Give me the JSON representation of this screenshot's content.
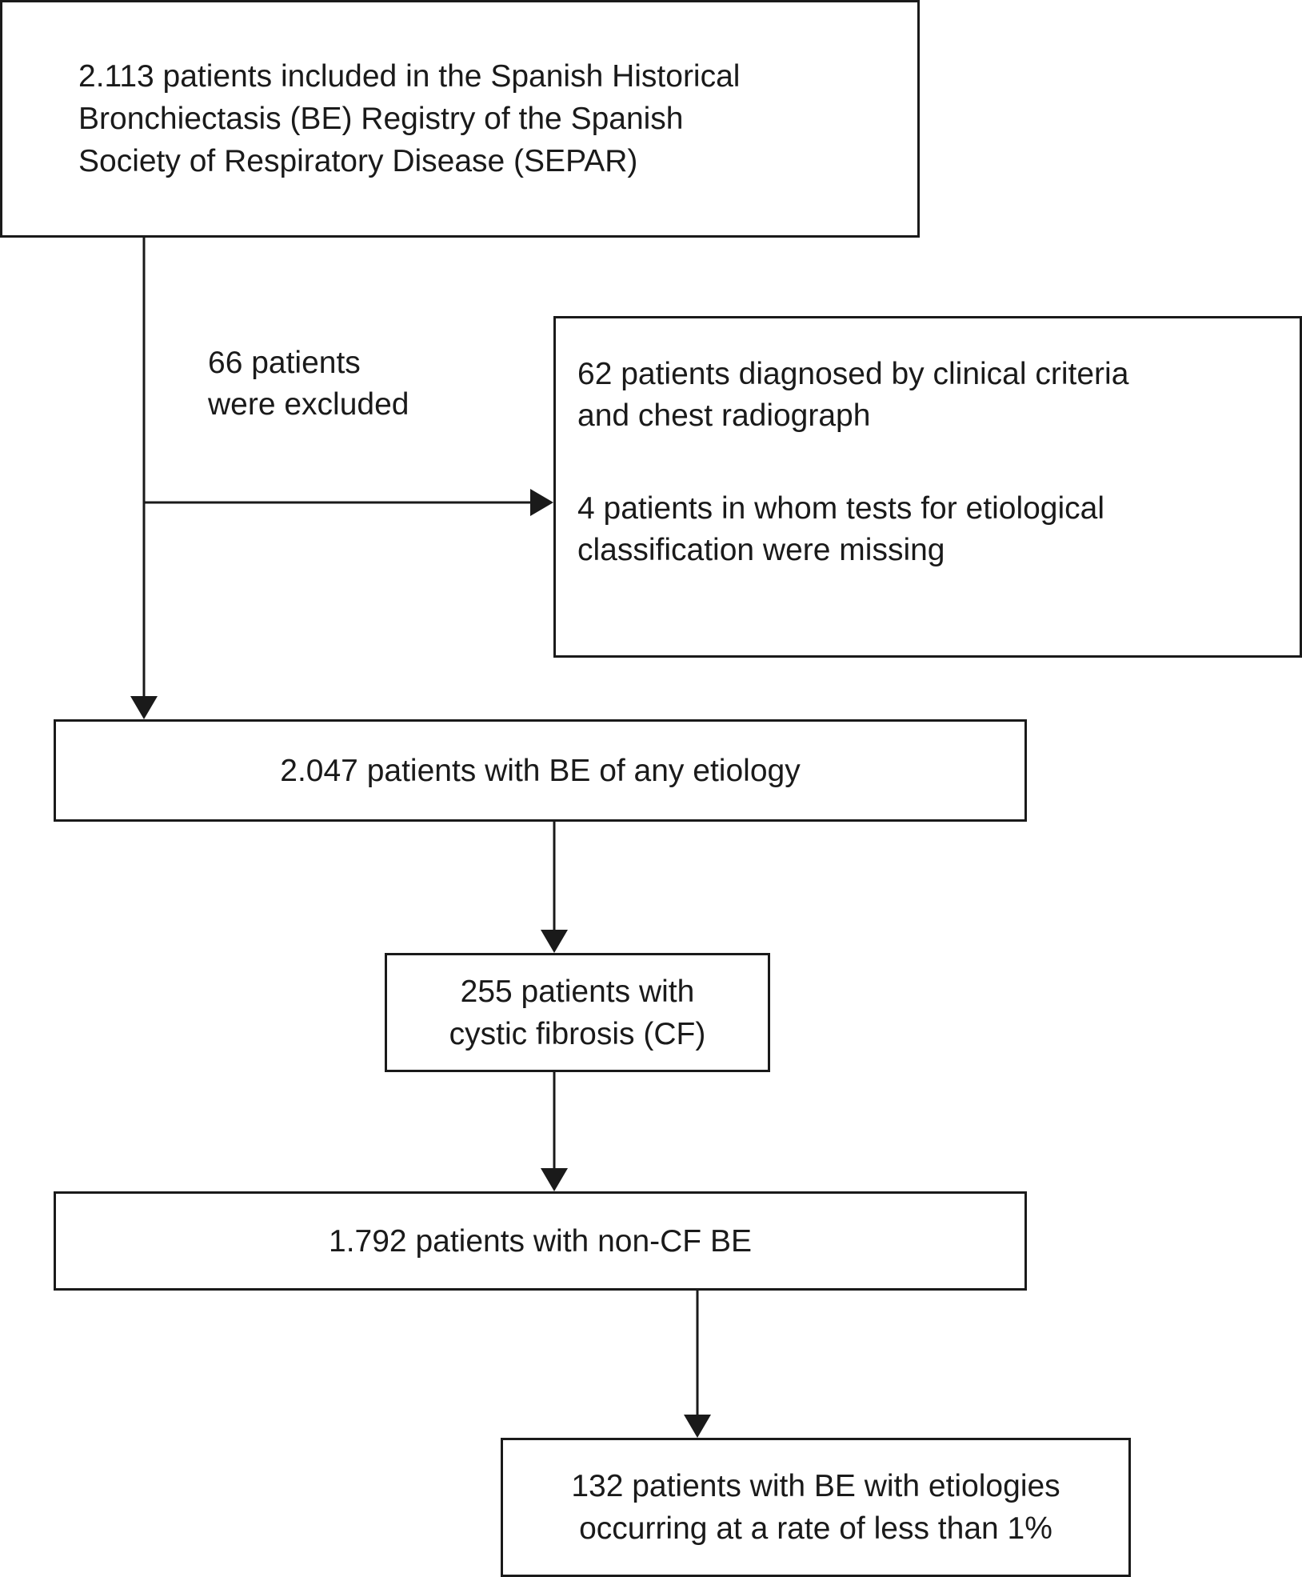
{
  "boxes": {
    "registry": {
      "lines": [
        "2.113 patients included in the Spanish Historical",
        "Bronchiectasis (BE) Registry of the Spanish",
        "Society of Respiratory Disease (SEPAR)"
      ]
    },
    "exclusion_label": {
      "lines": [
        "66 patients",
        "were excluded"
      ]
    },
    "excluded_reasons": {
      "reason_1": [
        "62 patients diagnosed by clinical criteria",
        "and chest radiograph"
      ],
      "reason_2": [
        "4 patients in whom tests for etiological",
        "classification were missing"
      ]
    },
    "any_etiology": {
      "lines": [
        "2.047 patients with BE of any etiology"
      ]
    },
    "cf": {
      "lines": [
        "255 patients with",
        "cystic fibrosis (CF)"
      ]
    },
    "non_cf": {
      "lines": [
        "1.792 patients with non-CF BE"
      ]
    },
    "rare_etiologies": {
      "lines": [
        "132 patients with BE with etiologies",
        "occurring at a rate of less than 1%"
      ]
    }
  },
  "colors": {
    "stroke": "#1a1a1a",
    "background": "#ffffff",
    "text": "#1a1a1a"
  }
}
